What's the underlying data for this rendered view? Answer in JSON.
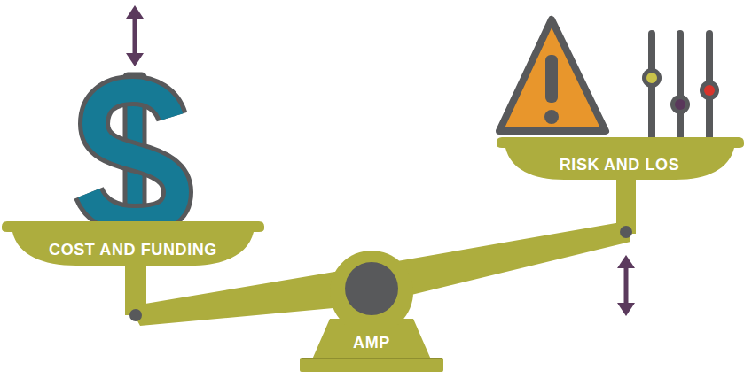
{
  "diagram": {
    "nodes": [
      {
        "text": [
          "COST AND FUNDING"
        ]
      },
      {
        "text": [
          "AMP"
        ]
      },
      {
        "text": [
          "RISK AND LOS"
        ]
      }
    ]
  }
}
